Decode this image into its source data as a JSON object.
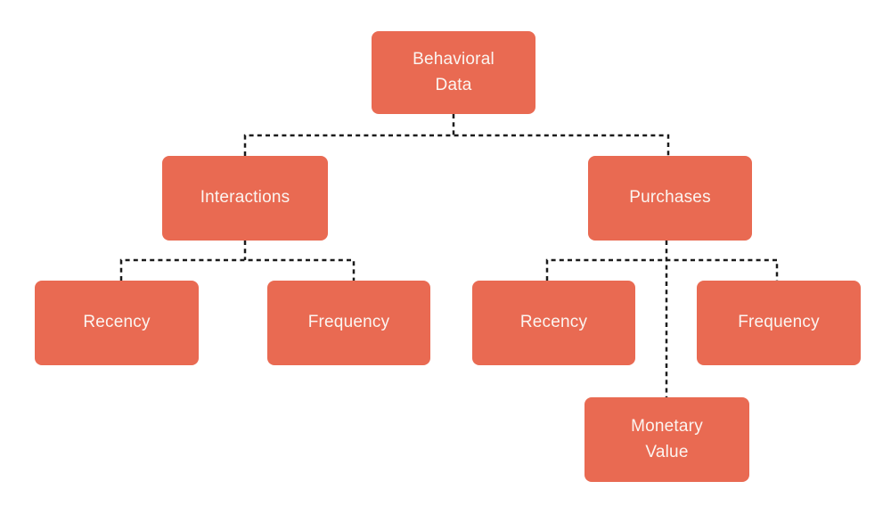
{
  "colors": {
    "node_fill": "#E96A52",
    "node_text": "#FBF5F1",
    "connector": "#1B1B1B",
    "background": "#FFFFFF"
  },
  "diagram": {
    "type": "tree",
    "connector_style": "dashed",
    "nodes": [
      {
        "id": "behavioral-data",
        "label": "Behavioral\nData",
        "parent": null
      },
      {
        "id": "interactions",
        "label": "Interactions",
        "parent": "behavioral-data"
      },
      {
        "id": "purchases",
        "label": "Purchases",
        "parent": "behavioral-data"
      },
      {
        "id": "recency-interactions",
        "label": "Recency",
        "parent": "interactions"
      },
      {
        "id": "frequency-interactions",
        "label": "Frequency",
        "parent": "interactions"
      },
      {
        "id": "recency-purchases",
        "label": "Recency",
        "parent": "purchases"
      },
      {
        "id": "frequency-purchases",
        "label": "Frequency",
        "parent": "purchases"
      },
      {
        "id": "monetary-value",
        "label": "Monetary\nValue",
        "parent": "purchases"
      }
    ]
  }
}
